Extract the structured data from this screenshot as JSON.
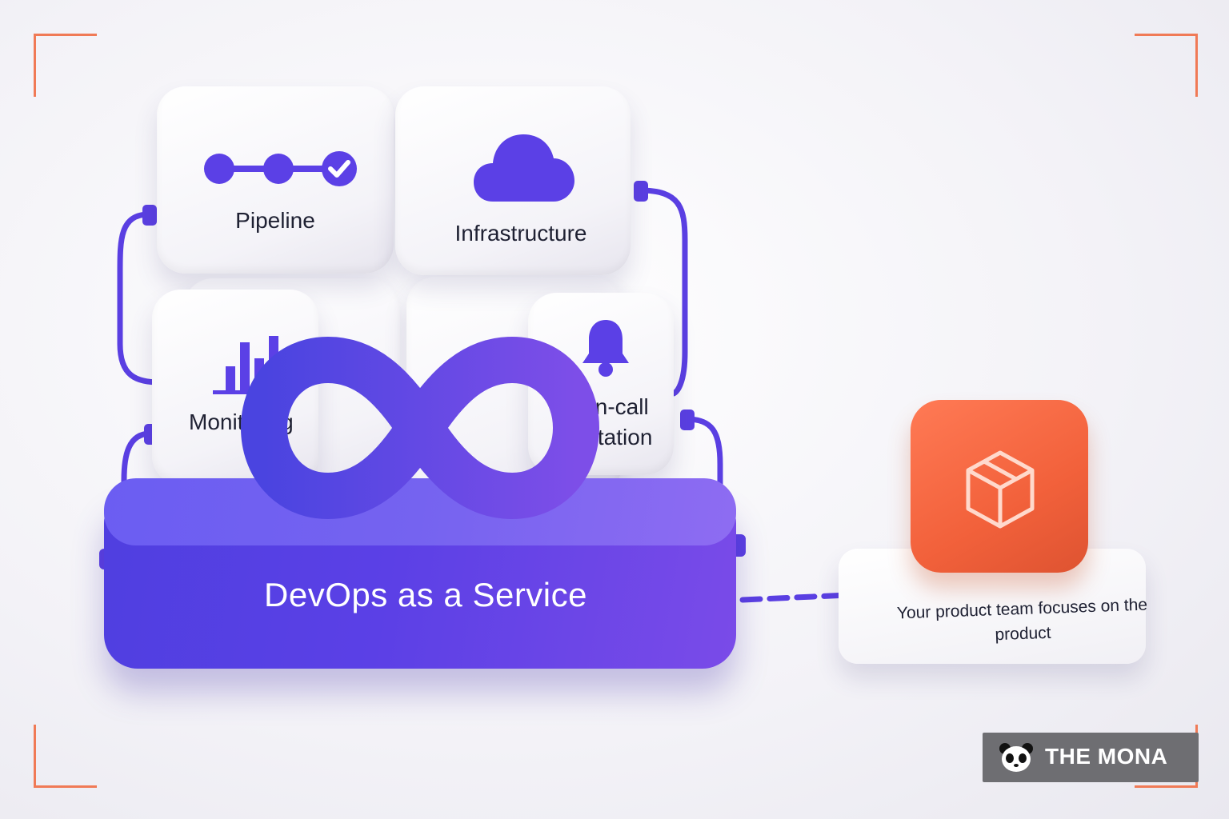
{
  "diagram": {
    "platform_title": "DevOps as a Service",
    "services": [
      {
        "label": "Pipeline",
        "icon": "pipeline-check-icon"
      },
      {
        "label": "Infrastructure",
        "icon": "cloud-icon"
      },
      {
        "label": "Monitoring",
        "icon": "bar-chart-icon"
      },
      {
        "label": "On-call rotation",
        "icon": "bell-icon"
      }
    ],
    "outcome_text": "Your product team focuses on the product",
    "outcome_icon": "package-box-icon",
    "center_icon": "infinity-loop-icon"
  },
  "brand": {
    "name": "THE MONA",
    "icon": "panda-icon"
  },
  "colors": {
    "accent_purple": "#5b40e6",
    "accent_orange": "#f2613b",
    "corner_marks": "#f07a56"
  }
}
